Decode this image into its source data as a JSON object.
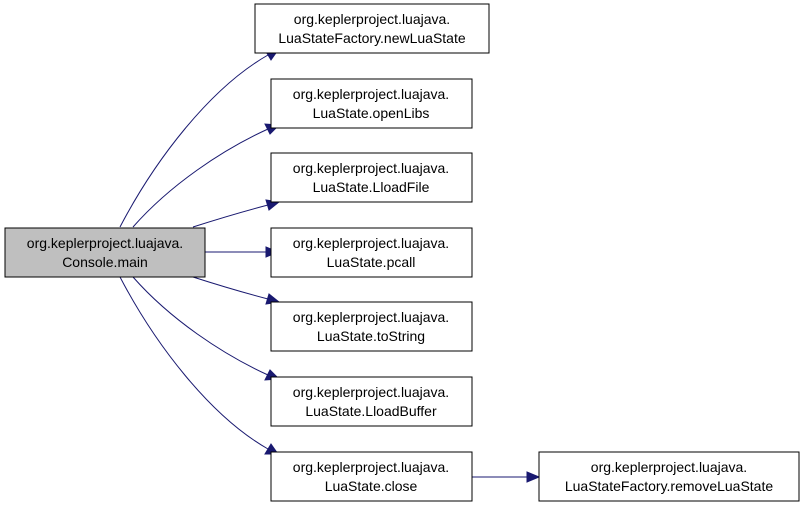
{
  "diagram": {
    "root": {
      "line1": "org.keplerproject.luajava.",
      "line2": "Console.main"
    },
    "callees": [
      {
        "line1": "org.keplerproject.luajava.",
        "line2": "LuaStateFactory.newLuaState"
      },
      {
        "line1": "org.keplerproject.luajava.",
        "line2": "LuaState.openLibs"
      },
      {
        "line1": "org.keplerproject.luajava.",
        "line2": "LuaState.LloadFile"
      },
      {
        "line1": "org.keplerproject.luajava.",
        "line2": "LuaState.pcall"
      },
      {
        "line1": "org.keplerproject.luajava.",
        "line2": "LuaState.toString"
      },
      {
        "line1": "org.keplerproject.luajava.",
        "line2": "LuaState.LloadBuffer"
      },
      {
        "line1": "org.keplerproject.luajava.",
        "line2": "LuaState.close"
      }
    ],
    "leaf": {
      "line1": "org.keplerproject.luajava.",
      "line2": "LuaStateFactory.removeLuaState"
    },
    "colors": {
      "edge": "#191970",
      "root_fill": "#bfbfbf",
      "node_fill": "#ffffff",
      "border": "#000000"
    }
  }
}
